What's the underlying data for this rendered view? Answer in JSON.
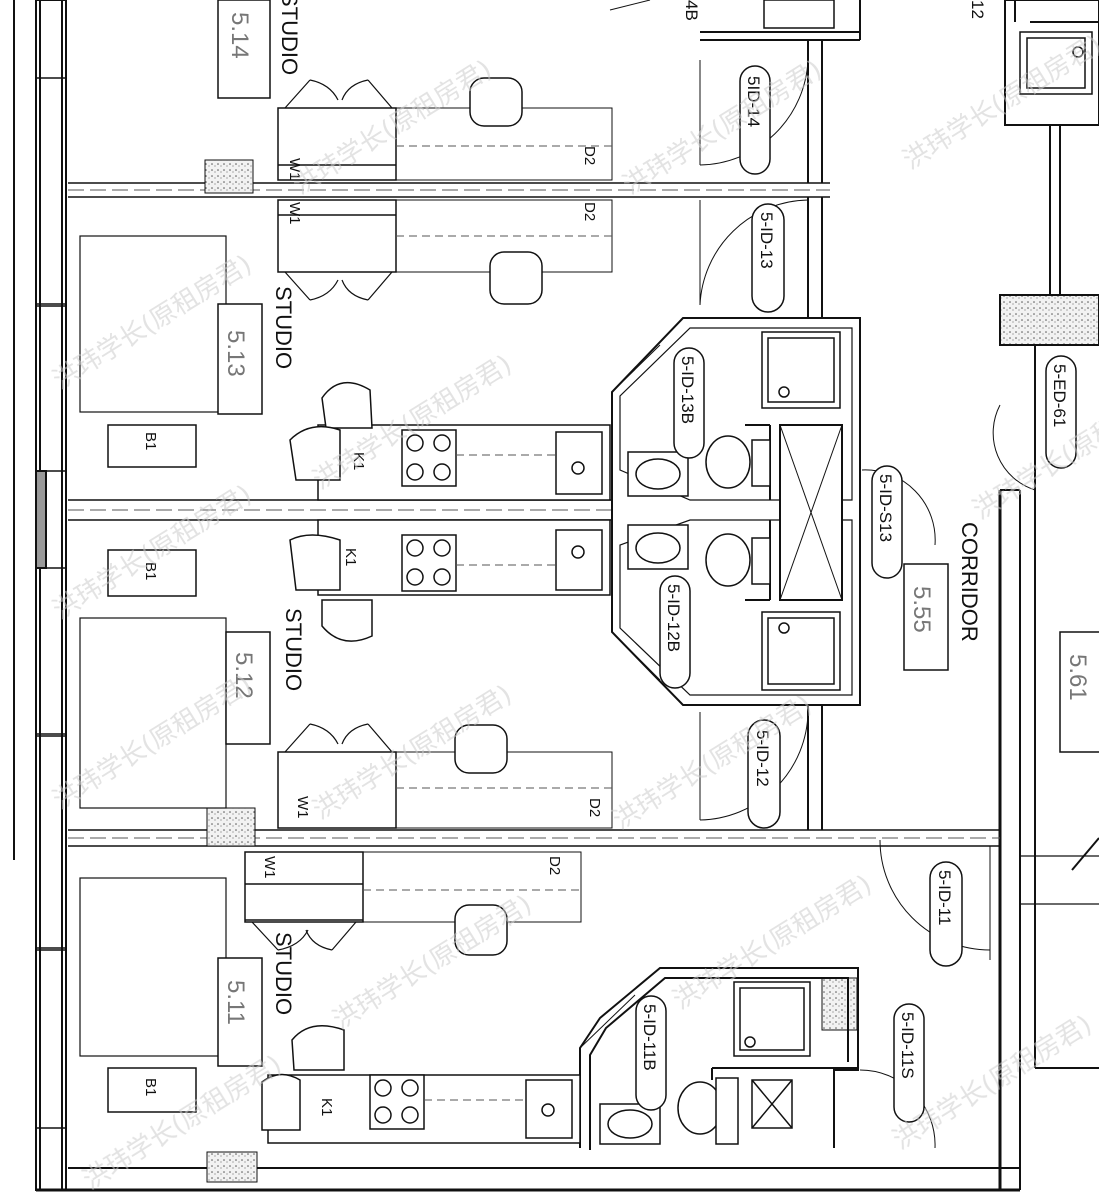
{
  "rooms": {
    "r514": {
      "name": "STUDIO",
      "number": "5.14"
    },
    "r513": {
      "name": "STUDIO",
      "number": "5.13"
    },
    "r512": {
      "name": "STUDIO",
      "number": "5.12"
    },
    "r511": {
      "name": "STUDIO",
      "number": "5.11"
    },
    "r555": {
      "name": "CORRIDOR",
      "number": "5.55"
    },
    "r561": {
      "number": "5.61"
    }
  },
  "doors": {
    "d14": "5ID-14",
    "d13": "5-ID-13",
    "d13b": "5-ID-13B",
    "ds13": "5-ID-S13",
    "d12b": "5-ID-12B",
    "d12": "5-ID-12",
    "d11": "5-ID-11",
    "d11b": "5-ID-11B",
    "d11s": "5-ID-11S",
    "ed61": "5-ED-61",
    "top_b": "4B",
    "top_12": "12"
  },
  "fixtures": {
    "wardrobe": "W1",
    "desk": "D2",
    "kitchen": "K1",
    "bed": "B1"
  },
  "watermark": "洪玮学长(原租房君)"
}
